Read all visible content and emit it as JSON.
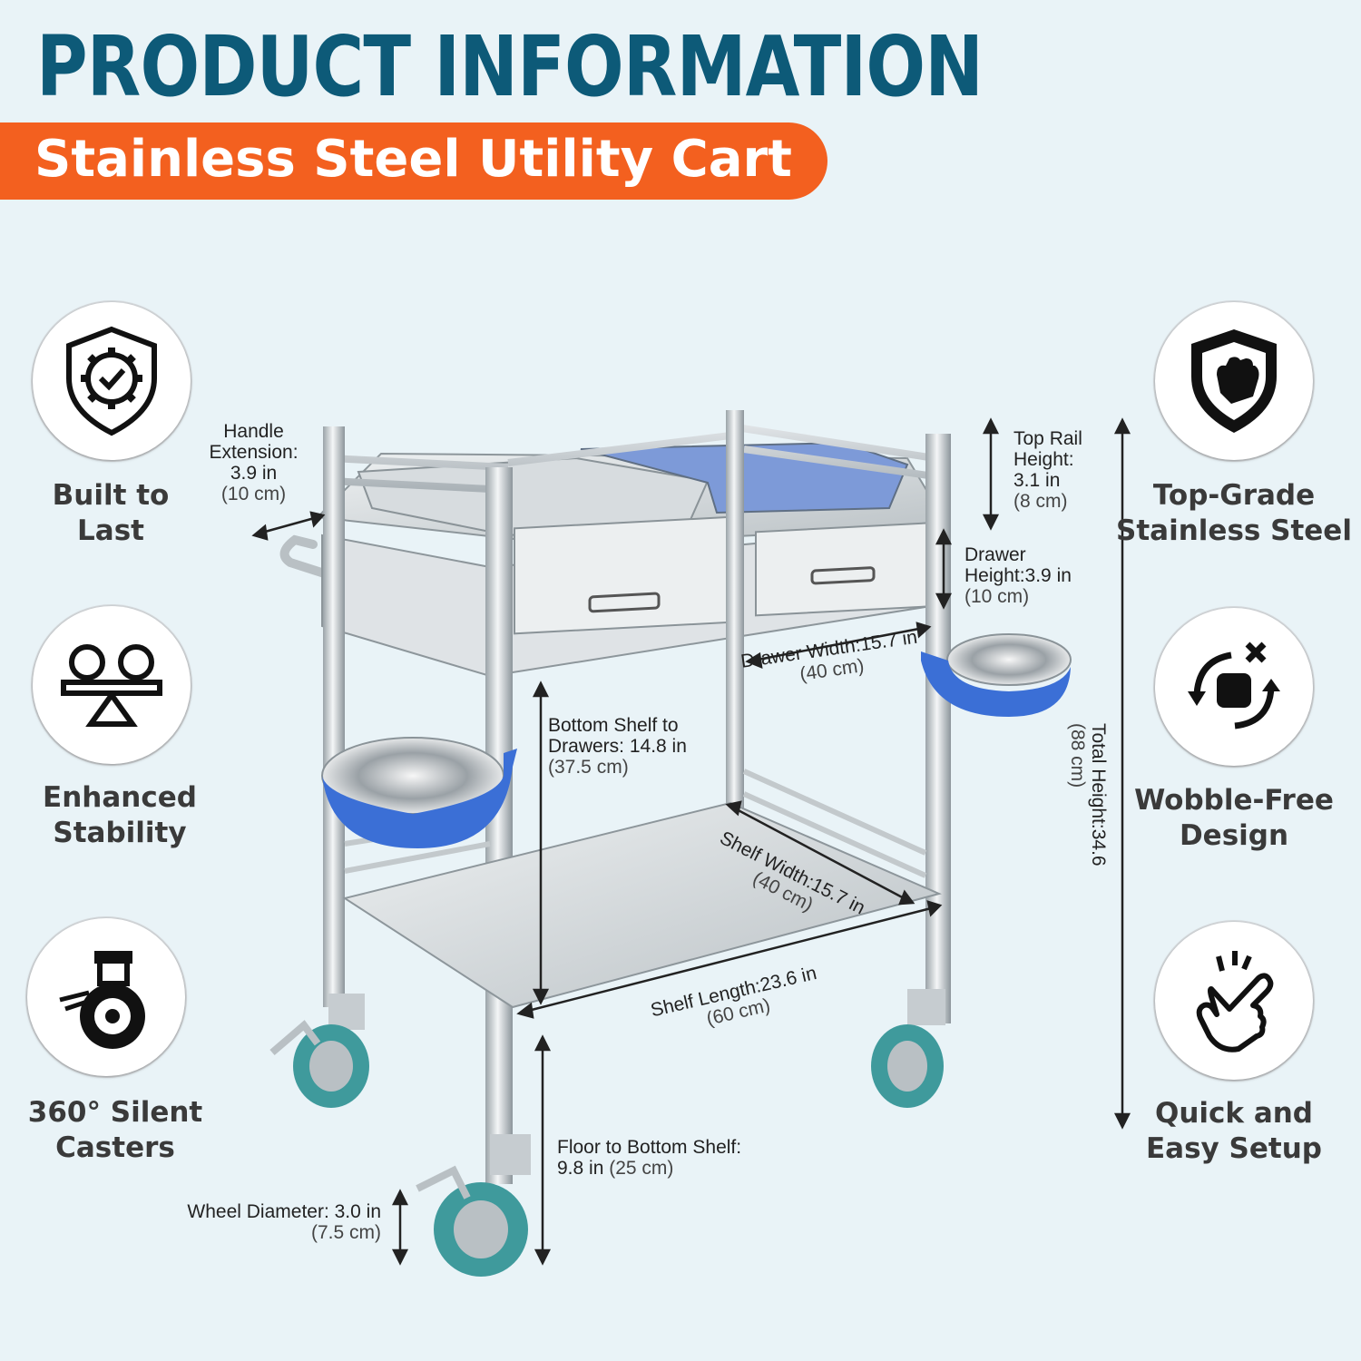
{
  "header": {
    "title": "PRODUCT INFORMATION",
    "subtitle": "Stainless Steel Utility Cart"
  },
  "features_left": [
    {
      "icon": "shield-gear-check-icon",
      "line1": "Built to",
      "line2": "Last"
    },
    {
      "icon": "balance-seesaw-icon",
      "line1": "Enhanced",
      "line2": "Stability"
    },
    {
      "icon": "caster-wheel-icon",
      "line1": "360° Silent",
      "line2": "Casters"
    }
  ],
  "features_right": [
    {
      "icon": "shield-fist-icon",
      "line1": "Top-Grade",
      "line2": "Stainless Steel"
    },
    {
      "icon": "rotate-cross-icon",
      "line1": "Wobble-Free",
      "line2": "Design"
    },
    {
      "icon": "finger-snap-icon",
      "line1": "Quick and",
      "line2": "Easy Setup"
    }
  ],
  "dimensions": {
    "handle": {
      "l1": "Handle",
      "l2": "Extension:",
      "l3": "3.9 in",
      "l4": "(10 cm)"
    },
    "top_rail": {
      "l1": "Top Rail",
      "l2": "Height:",
      "l3": "3.1 in",
      "l4": "(8 cm)"
    },
    "drawer_height": {
      "l1": "Drawer",
      "l2": "Height:3.9 in",
      "l3": "(10 cm)"
    },
    "drawer_width": {
      "l1": "Drawer Width:15.7 in",
      "l2": "(40 cm)"
    },
    "bottom_to_drawers": {
      "l1": "Bottom Shelf to",
      "l2": "Drawers: 14.8 in",
      "l3": "(37.5 cm)"
    },
    "shelf_width": {
      "l1": "Shelf Width:15.7 in",
      "l2": "(40 cm)"
    },
    "shelf_length": {
      "l1": "Shelf Length:23.6 in",
      "l2": "(60 cm)"
    },
    "floor_to_shelf": {
      "l1": "Floor to Bottom Shelf:",
      "l2": "9.8 in",
      "l3": "(25 cm)"
    },
    "wheel": {
      "l1": "Wheel Diameter: 3.0 in",
      "l2": "(7.5 cm)"
    },
    "total_height": {
      "l1": "Total Height:34.6",
      "l2": "(88 cm)"
    }
  },
  "colors": {
    "title": "#0d5a78",
    "banner": "#f3601f",
    "background": "#e9f3f7",
    "accent_blue": "#3b6fd6",
    "wheel_teal": "#3f9a9c"
  }
}
